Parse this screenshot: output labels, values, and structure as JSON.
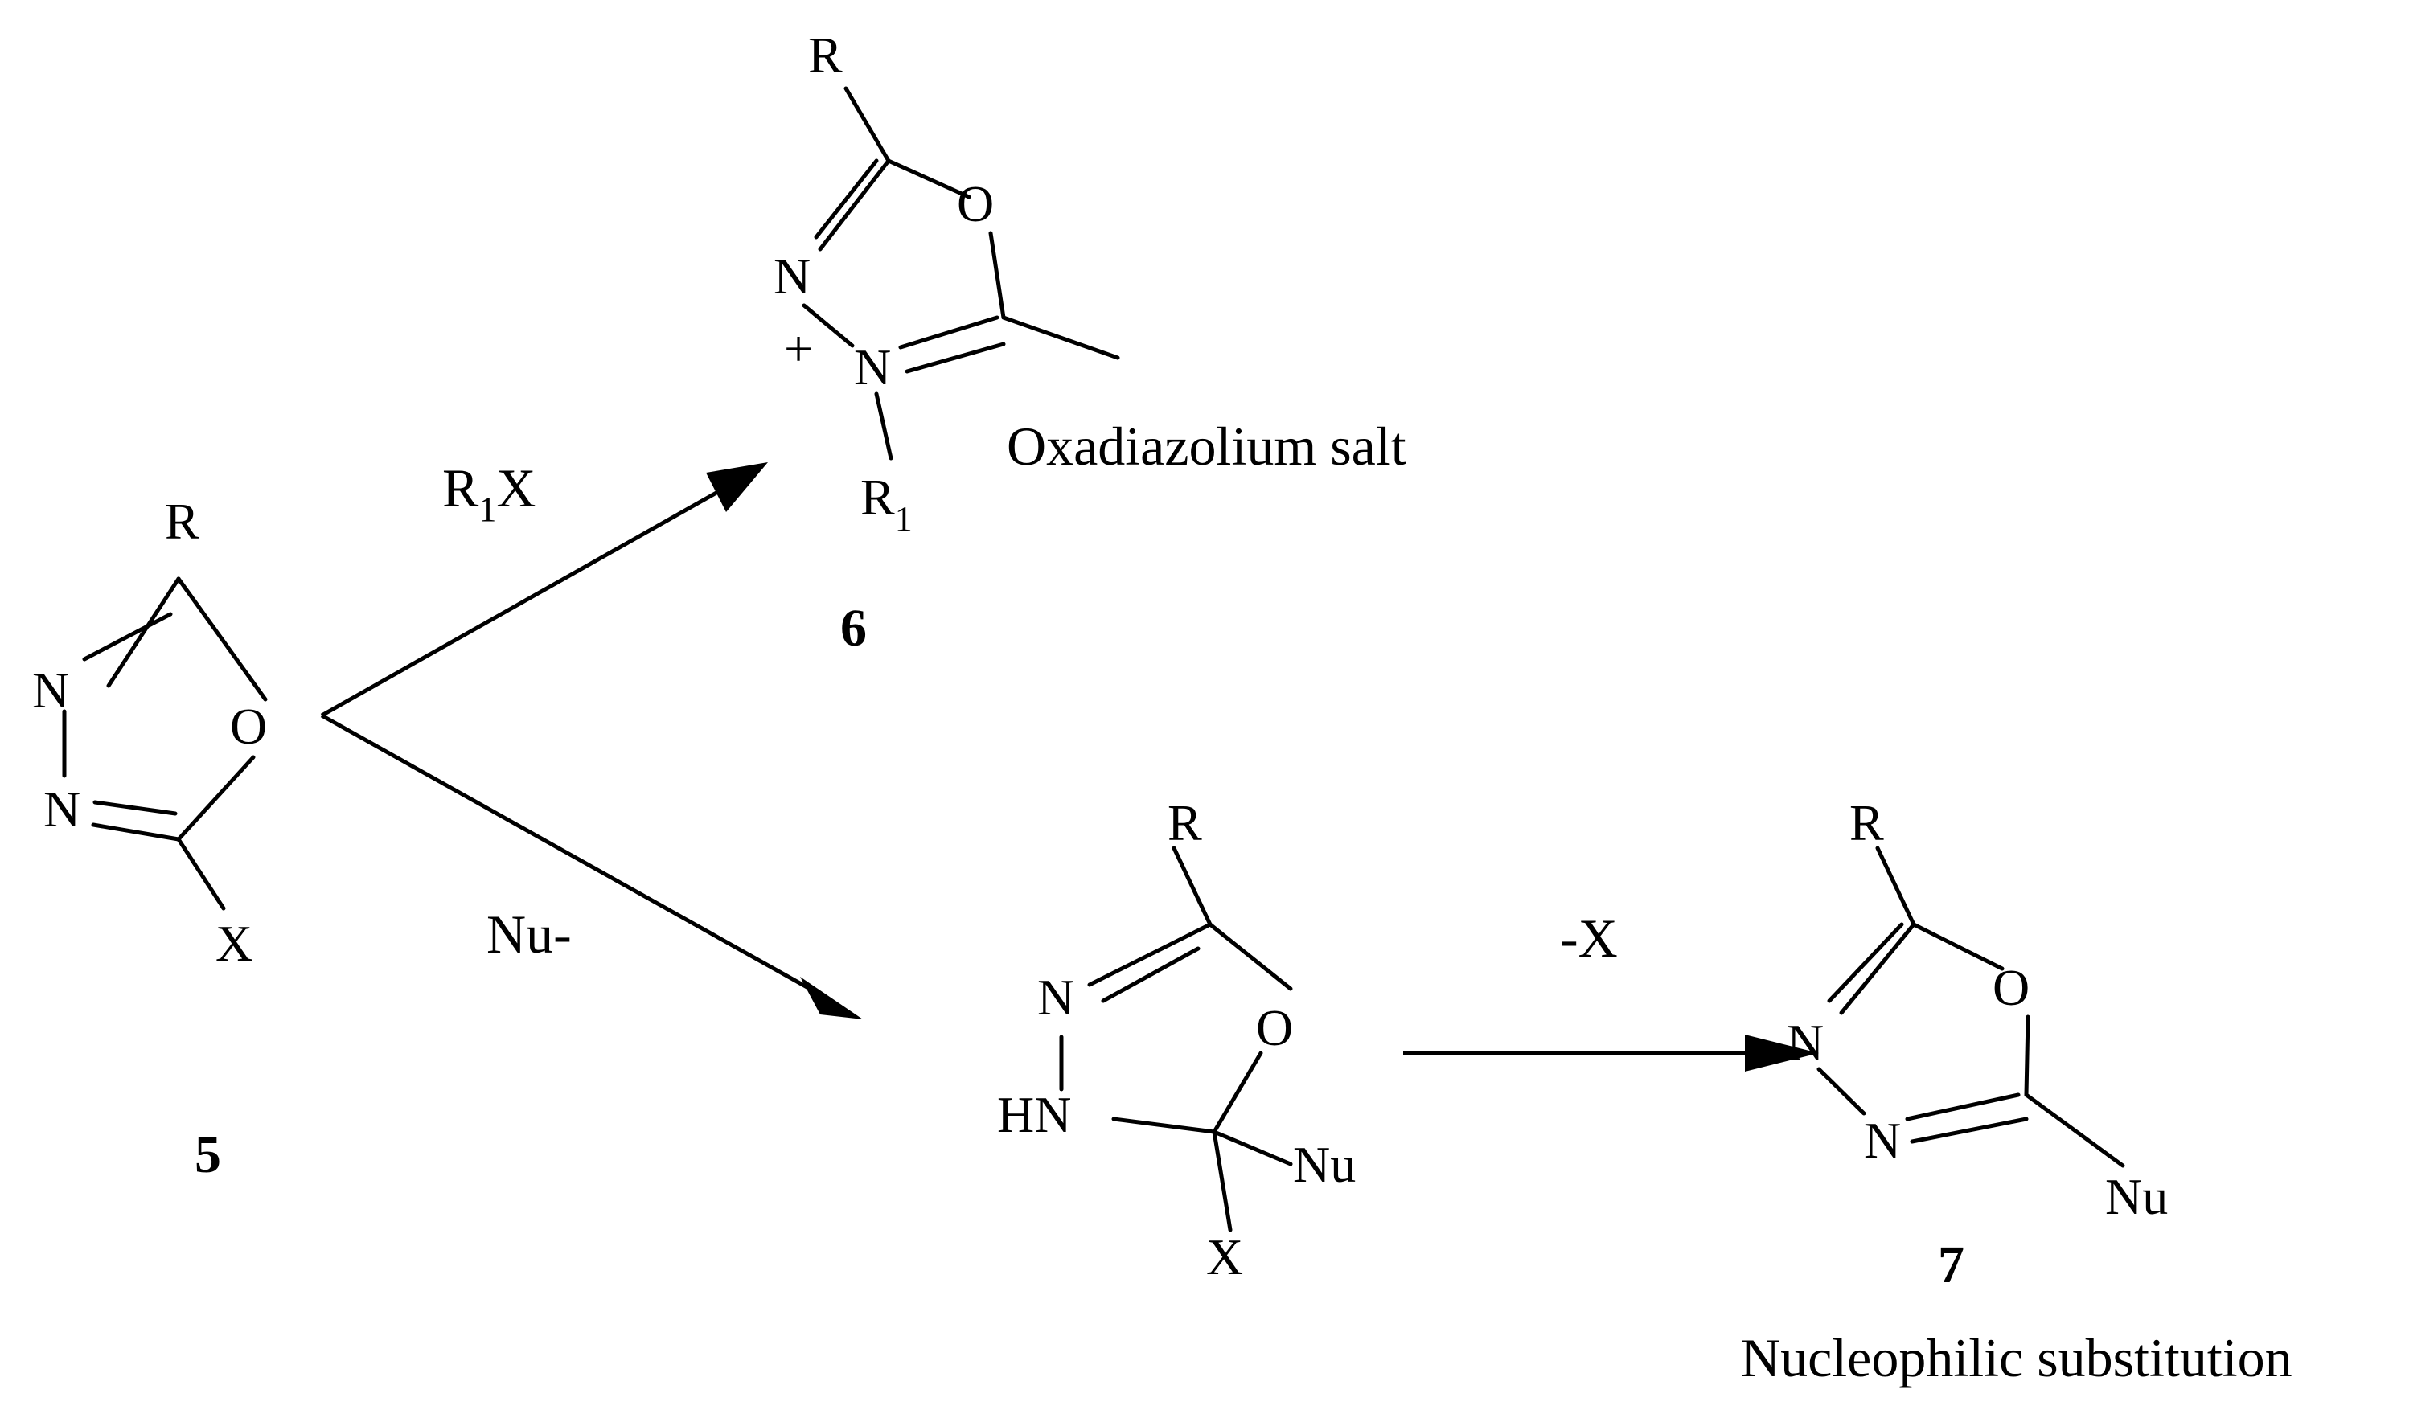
{
  "atoms": {
    "R": "R",
    "N": "N",
    "O": "O",
    "X": "X",
    "HN": "HN",
    "Nu": "Nu",
    "R1_main": "R",
    "R1_sub": "1",
    "plus": "+"
  },
  "reagents": {
    "top_main": "R",
    "top_sub": "1",
    "top_tail": "X",
    "bottom": "Nu-",
    "right": "-X"
  },
  "compounds": {
    "c5": "5",
    "c6": "6",
    "c7": "7"
  },
  "captions": {
    "c6": "Oxadiazolium salt",
    "c7": "Nucleophilic substitution"
  }
}
